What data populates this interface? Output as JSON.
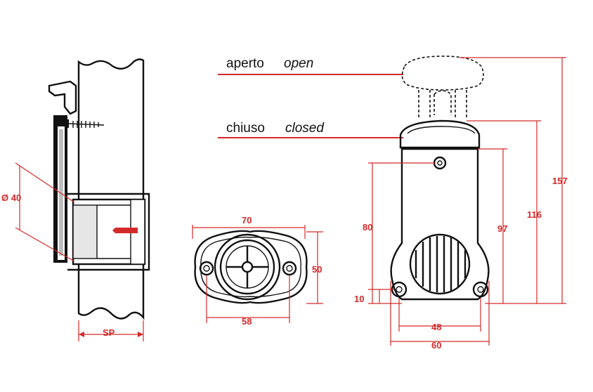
{
  "labels": {
    "open_it": "aperto",
    "open_en": "open",
    "closed_it": "chiuso",
    "closed_en": "closed"
  },
  "dimensions": {
    "diameter": "Ø 40",
    "wall_thickness": "SP",
    "flange_width": "70",
    "flange_height": "50",
    "hole_spacing_flange": "58",
    "body_height": "80",
    "hole_offset": "10",
    "mount_to_top": "97",
    "closed_height": "116",
    "open_height": "157",
    "hole_spacing_base": "48",
    "base_width": "60"
  },
  "colors": {
    "dimension": "#d42a2a",
    "outline": "#111111"
  }
}
